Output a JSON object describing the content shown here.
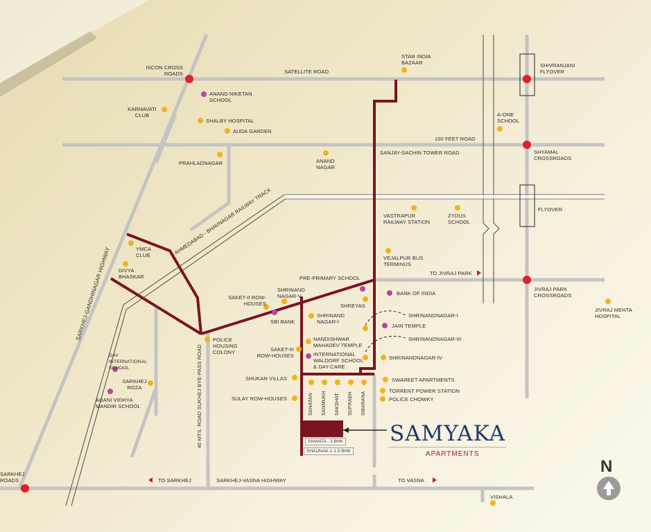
{
  "map": {
    "brand": {
      "name": "SAMYAKA",
      "subtitle": "APARTMENTS"
    },
    "roads": {
      "satellite": "SATELLITE ROAD",
      "hundred_feet": "100 FEET ROAD",
      "sanjay_sachin": "SANJAY-SACHIN TOWER ROAD",
      "railway": "AHMEDABAD - BHAVNAGAR RAILWAY TRACK",
      "sg_highway": "SARKHEJ-GANDHINAGAR HIGHWAY",
      "bye_pass": "40 MTS. ROAD SUKHEJ BYE-PASS ROAD",
      "vasna_highway": "SARKHEJ-VASNA HIGHWAY",
      "to_jivraj": "TO JIVRAJ PARK",
      "to_sarkhej": "TO SARKHEJ",
      "to_vasna": "TO VASNA"
    },
    "junctions": {
      "iscon": "ISCON CROSS ROADS",
      "shivranjani": "SHIVRANJANI FLYOVER",
      "shyamal": "SHYAMAL CROSSROADS",
      "flyover": "FLYOVER",
      "jivraj": "JIVRAJ PARK CROSSROADS",
      "sarkhej": "SARKHEJ ROADS"
    },
    "landmarks": {
      "anand_niketan": "ANAND NIKETAN SCHOOL",
      "karnavati": "KARNAVATI CLUB",
      "shalby": "SHALBY HOSPITAL",
      "auda": "AUDA GARDEN",
      "prahladnagar": "PRAHLADNAGAR",
      "anand_nagar": "ANAND NAGAR",
      "star_india": "STAR INDIA BAZAAR",
      "a_one": "A-ONE SCHOOL",
      "vastrapur": "VASTRAPUR RAILWAY STATION",
      "zydus": "ZYDUS SCHOOL",
      "vejalpur": "VEJALPUR BUS TERMINUS",
      "jivraj_mehta": "JIVRAJ MEHTA HOSPITAL",
      "ymca": "YMCA CLUB",
      "divya": "DIVYA BHASKAR",
      "pre_primary": "PRE-PRIMARY SCHOOL",
      "bank_of_india": "BANK OF INDIA",
      "shreyas": "SHREYAS",
      "shrinandnagar_1a": "SHRINANDNAGAR-I",
      "jain_temple": "JAIN TEMPLE",
      "shrinandnagar_3": "SHRINANDNAGAR-III",
      "saket2": "SAKET-II ROW-HOUSES",
      "shrinand5": "SHRINAND NAGAR-V",
      "sbi": "SBI BANK",
      "shrinand1": "SHRINAND NAGAR-I",
      "police_colony": "POLICE HOUSING COLONY",
      "nandishwar": "NANDISHWAR MAHADEV TEMPLE",
      "saket3": "SAKET-III ROW-HOUSES",
      "waldorf": "INTERNATIONAL WALDORF SCHOOL & DAY-CARE",
      "shrinandnagar_4": "SHRINANDNAGAR-IV",
      "dav": "DAV INTERNATIONAL SCHOOL",
      "sarkhej_roza": "SARKHEJ ROZA",
      "adani": "ADANI VIDHYA MANDIR SCHOOL",
      "shukan": "SHUKAN VILLAS",
      "sulay": "SULAY ROW-HOUSES",
      "swareet": "SWAREET APARTMENTS",
      "torrent": "TORRENT POWER STATION",
      "police_chowky": "POLICE CHOWKY",
      "vishala": "VISHALA"
    },
    "societies": [
      "SANATAN",
      "SANMUKH",
      "SAKSHAT",
      "SUPRABH",
      "SMARANA"
    ],
    "blocks": {
      "sivanta": "SIVANTA - 3 BHK",
      "shaunak": "SHAUNAK-1-1.5 BHK"
    },
    "north": "N",
    "colors": {
      "route": "#7a1420",
      "road": "#c4c4c4",
      "junction": "#e0202b",
      "school": "#b6479e",
      "landmark": "#f2b21c",
      "brand": "#1d3b6e"
    }
  }
}
